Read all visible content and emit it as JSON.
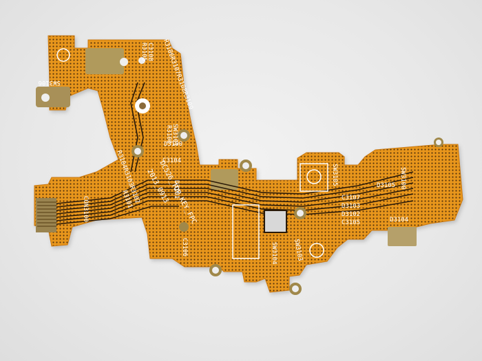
{
  "photo": {
    "subject": "flexible printed circuit board",
    "background_color": "#ececec",
    "colors": {
      "polyimide": "#e8961c",
      "polyimide_dark": "#c9760c",
      "traces": "#2a1a08",
      "stiffener": "#b09a5c",
      "silkscreen": "#ffffff"
    },
    "silkscreen": {
      "board_name": "DC526_TOP_KEY_FPC",
      "date_code": "2013_0913",
      "connector": "CON3100",
      "switches": [
        "SW3106",
        "SW3101",
        "SW3105",
        "SW3100",
        "SW3104",
        "SW3103"
      ],
      "resistors_top": "R3106R3107R3108R3109",
      "resistors_left": "R3104R3103R3102",
      "resistor_single": "R3101",
      "resistor_r3100": "R3100",
      "resistor_r3105": "R3105",
      "caps": [
        "C3108",
        "C3104",
        "C3106",
        "C3107",
        "C3105"
      ],
      "diodes": [
        "D3100",
        "D3101",
        "D3105",
        "D3103",
        "D3102",
        "D3104"
      ]
    }
  }
}
